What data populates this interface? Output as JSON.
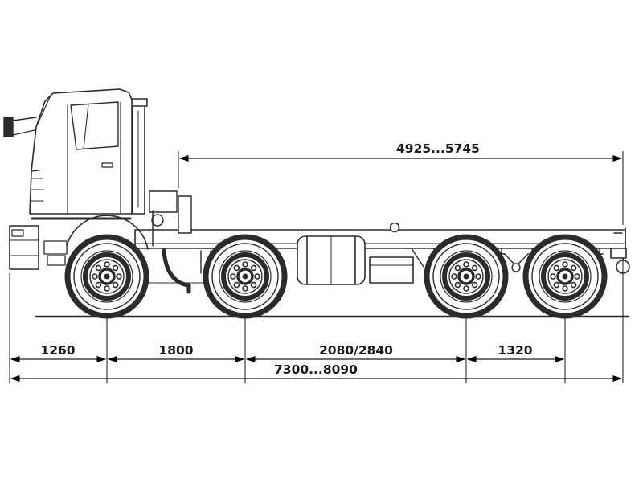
{
  "diagram": {
    "type": "technical-drawing",
    "subject": "truck-chassis-side-view-with-dimensions",
    "dimensions": {
      "top_span": "4925...5745",
      "front_overhang": "1260",
      "wheelbase_front": "1800",
      "wheelbase_mid": "2080/2840",
      "rear_axle_spacing": "1320",
      "overall_length": "7300...8090"
    },
    "colors": {
      "line": "#2b2b2b",
      "dim_line": "#1a1a1a",
      "background": "#ffffff"
    }
  }
}
